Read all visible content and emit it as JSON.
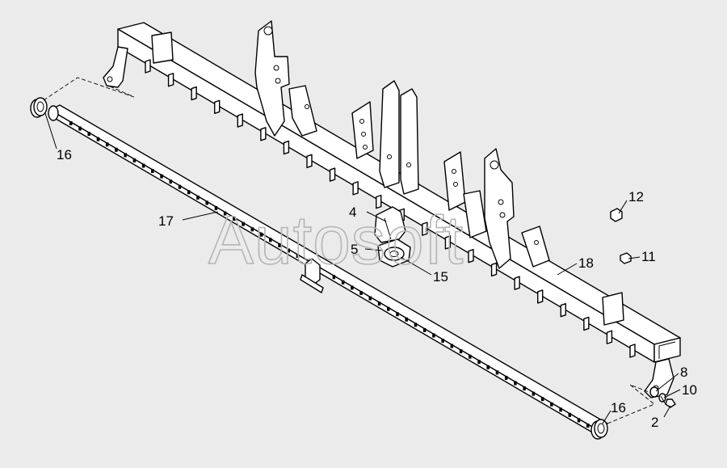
{
  "watermark": "Autosoft",
  "callouts": {
    "c2": "2",
    "c4": "4",
    "c5": "5",
    "c8": "8",
    "c10": "10",
    "c11": "11",
    "c12": "12",
    "c15": "15",
    "c16a": "16",
    "c16b": "16",
    "c17": "17",
    "c18": "18"
  }
}
